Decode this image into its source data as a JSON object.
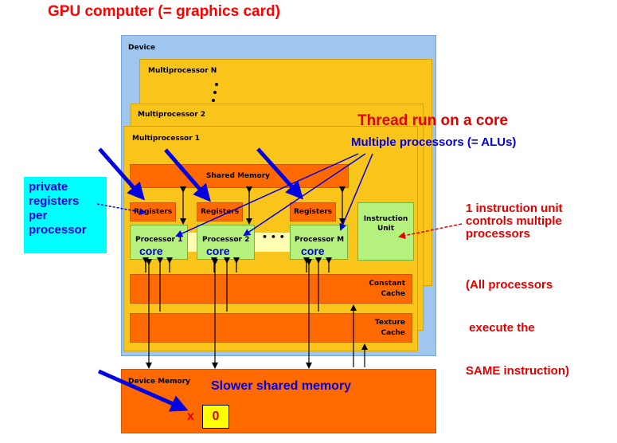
{
  "title": "GPU computer (= graphics card)",
  "device": {
    "label": "Device",
    "mp_n": "Multiprocessor N",
    "mp_2": "Multiprocessor 2",
    "mp_1": "Multiprocessor 1",
    "shared_memory": "Shared Memory",
    "registers": "Registers",
    "processor_1": "Processor 1",
    "processor_2": "Processor 2",
    "processor_m": "Processor M",
    "core": "core",
    "ellipsis": "• • •",
    "instruction_unit": "Instruction Unit",
    "constant_cache_1": "Constant",
    "constant_cache_2": "Cache",
    "texture_cache_1": "Texture",
    "texture_cache_2": "Cache",
    "device_memory": "Device Memory",
    "slower_shared": "Slower shared memory"
  },
  "annotations": {
    "thread": "Thread run on a core",
    "multiple_processors": "Multiple processors (= ALUs)",
    "private_registers": [
      "private",
      "registers",
      "per",
      "processor"
    ],
    "instruction_unit_note": [
      "1 instruction unit",
      "controls multiple",
      "processors"
    ],
    "all_processors_note": [
      "(All processors",
      " execute the",
      "SAME instruction)"
    ],
    "x_label": "x",
    "x_value": "0"
  },
  "colors": {
    "device_bg": "#9fc6ee",
    "multiprocessor": "#f9c51a",
    "memory": "#ff6a00",
    "processor": "#b5f27d",
    "annotation_red": "#e00000",
    "annotation_blue": "#0000e0",
    "callout_cyan": "#00ffff"
  }
}
